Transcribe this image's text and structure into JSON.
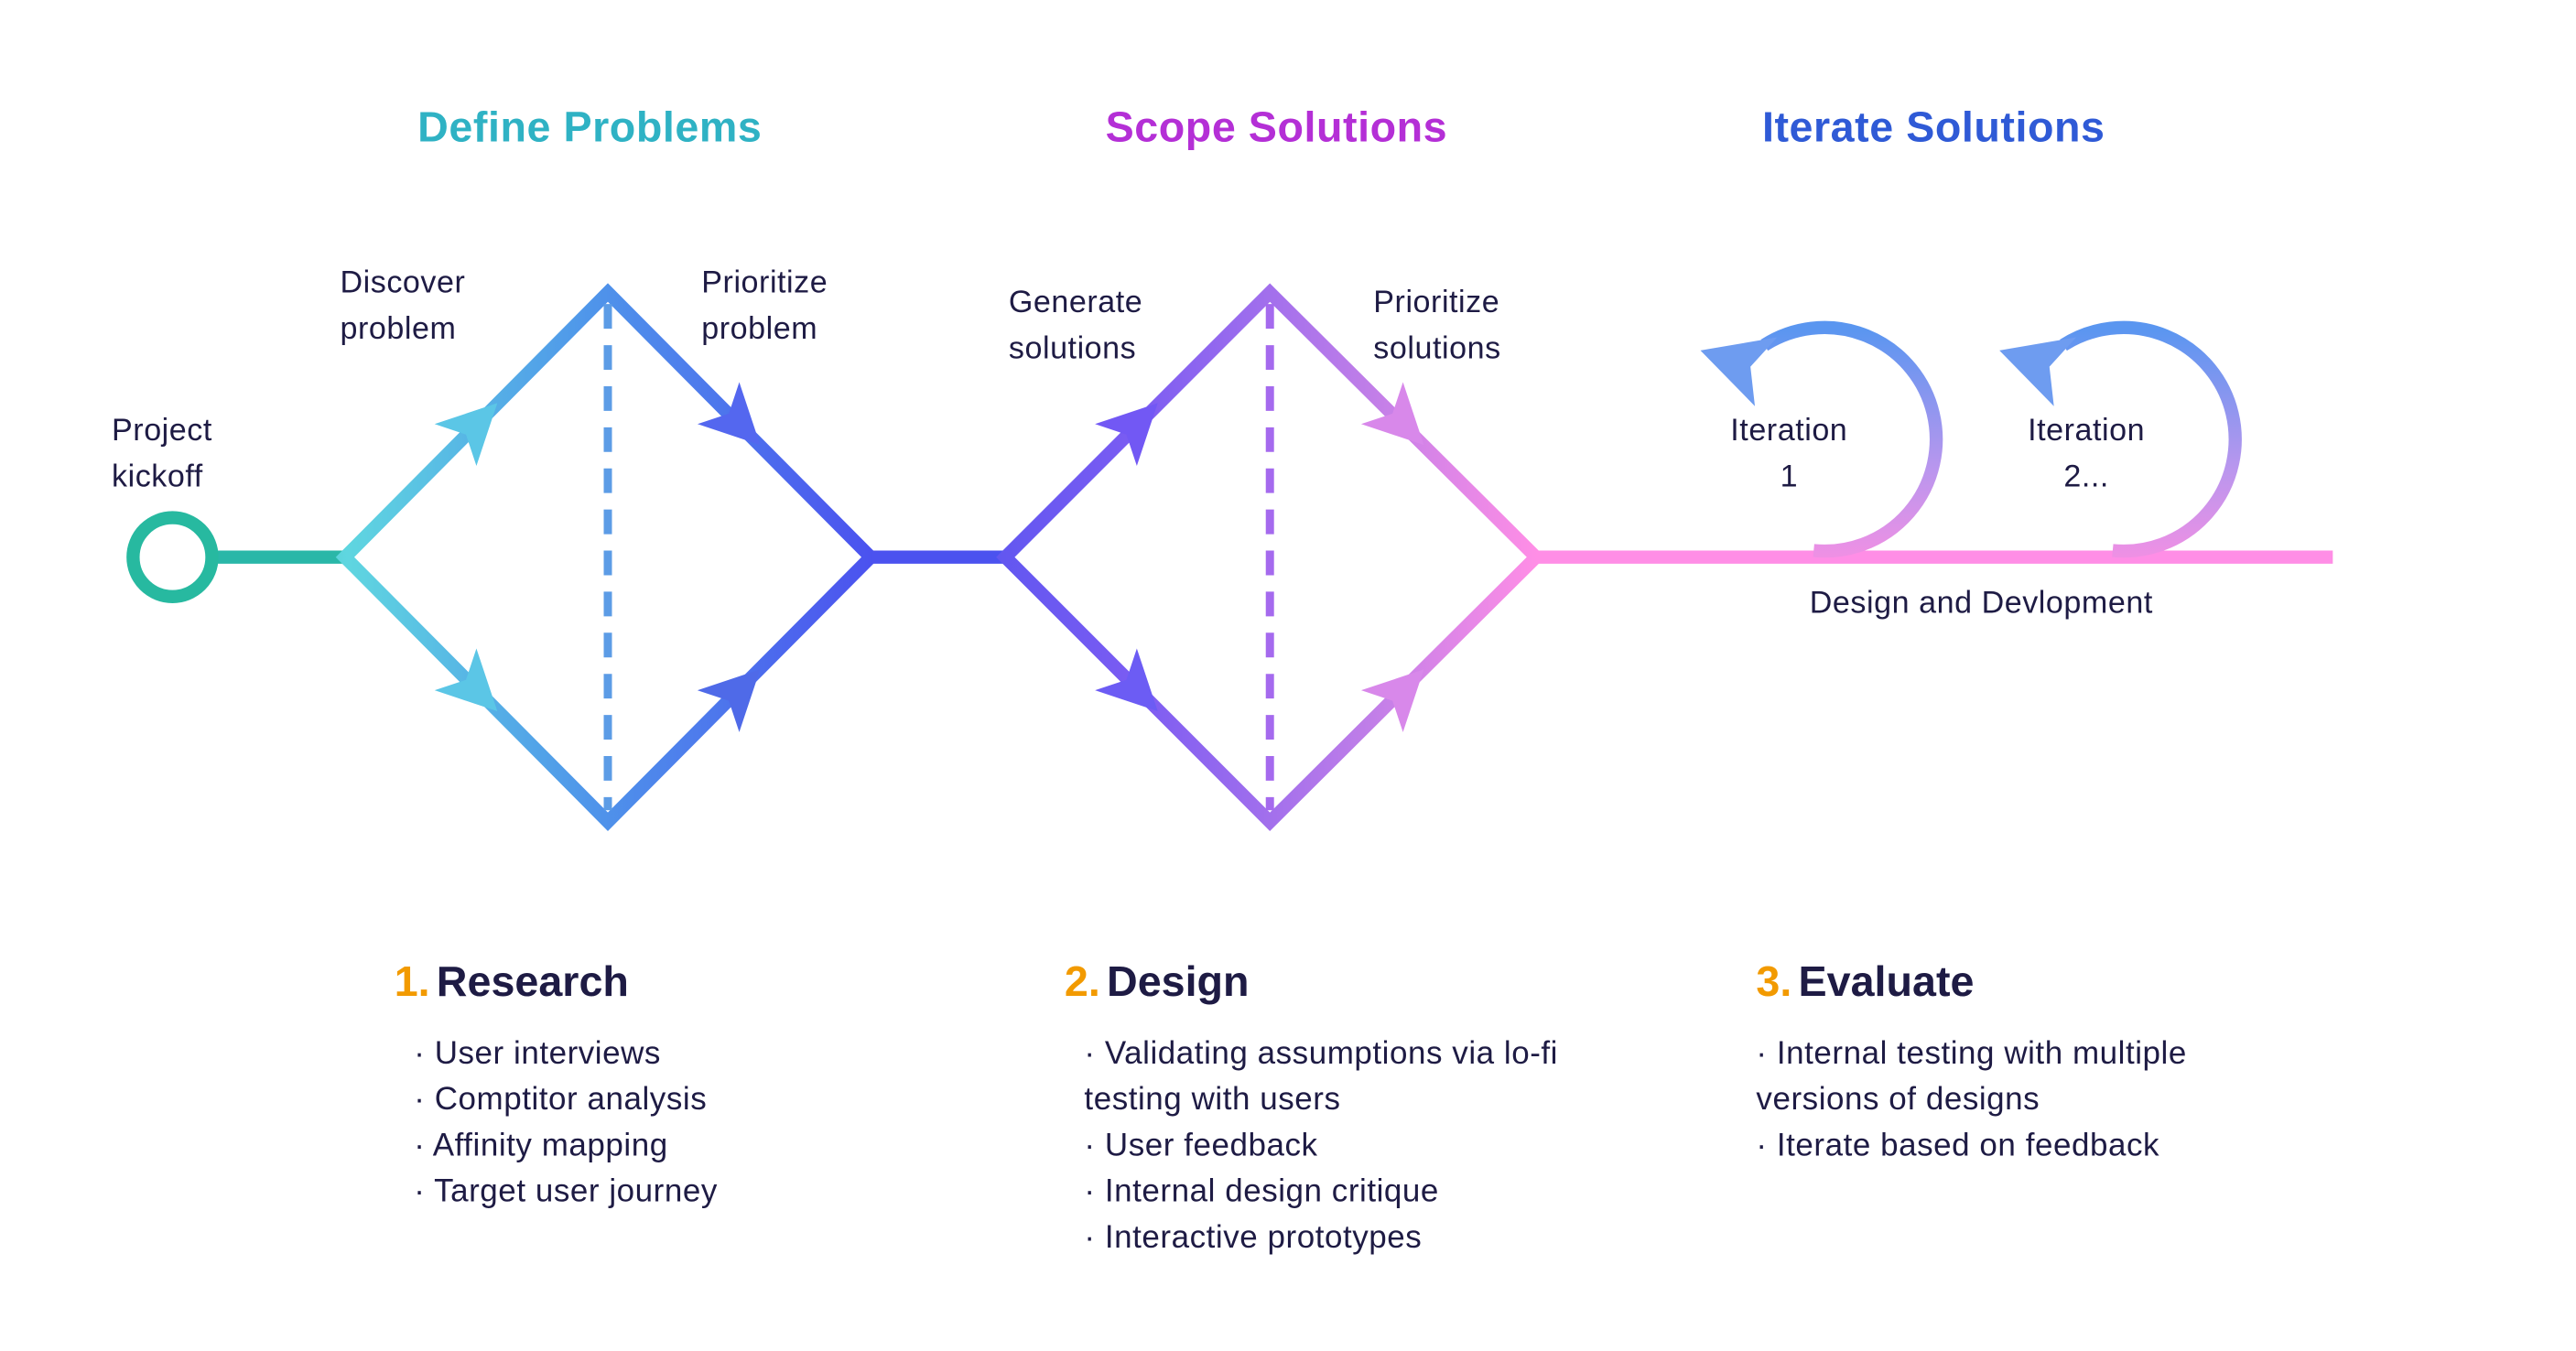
{
  "phases": [
    {
      "title": "Define Problems",
      "color": "#2fb2c4"
    },
    {
      "title": "Scope Solutions",
      "color": "#b42fd6"
    },
    {
      "title": "Iterate Solutions",
      "color": "#2f5ad6"
    }
  ],
  "labels": {
    "kickoff": [
      "Project",
      "kickoff"
    ],
    "discover": [
      "Discover",
      "problem"
    ],
    "prioritize_problem": [
      "Prioritize",
      "problem"
    ],
    "generate": [
      "Generate",
      "solutions"
    ],
    "prioritize_solutions": [
      "Prioritize",
      "solutions"
    ],
    "iteration1": [
      "Iteration",
      "1"
    ],
    "iteration2": [
      "Iteration",
      "2..."
    ],
    "design_dev": "Design and Devlopment"
  },
  "sections": [
    {
      "number": "1.",
      "title": "Research",
      "items": [
        "User interviews",
        "Comptitor analysis",
        "Affinity mapping",
        "Target user journey"
      ]
    },
    {
      "number": "2.",
      "title": "Design",
      "items": [
        "Validating assumptions via lo-fi testing with users",
        "User feedback",
        "Internal design critique",
        "Interactive prototypes"
      ]
    },
    {
      "number": "3.",
      "title": "Evaluate",
      "items": [
        "Internal testing with multiple versions of designs",
        "Iterate based on feedback"
      ]
    }
  ],
  "colors": {
    "teal": "#27b9a0",
    "cyan": "#5fd6e0",
    "sky": "#4aa6e6",
    "indigo": "#4b52ef",
    "violet": "#8a5cf2",
    "lilac": "#c97ee8",
    "pink": "#ff8ee6",
    "number_accent": "#f29a00"
  }
}
